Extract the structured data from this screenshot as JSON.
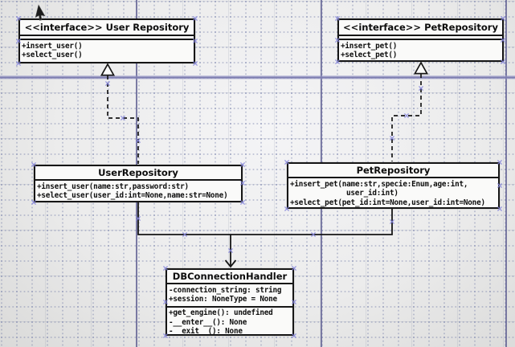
{
  "diagram_type": "uml-class-diagram",
  "boxes": {
    "iface_user": {
      "title": "<<interface>> User Repository",
      "methods": [
        "+insert_user()",
        "+select_user()"
      ]
    },
    "iface_pet": {
      "title": "<<interface>> PetRepository",
      "methods": [
        "+insert_pet()",
        "+select_pet()"
      ]
    },
    "user_repo": {
      "title": "UserRepository",
      "methods": [
        "+insert_user(name:str,password:str)",
        "+select_user(user_id:int=None,name:str=None)"
      ]
    },
    "pet_repo": {
      "title": "PetRepository",
      "methods": [
        "+insert_pet(name:str,specie:Enum,age:int,",
        "user_id:int)",
        "+select_pet(pet_id:int=None,user_id:int=None)"
      ]
    },
    "db_handler": {
      "title": "DBConnectionHandler",
      "attributes": [
        "-connection_string: string",
        "+session: NoneType = None"
      ],
      "methods": [
        "+get_engine(): undefined",
        "-__enter__(): None",
        "-__exit__(): None"
      ]
    }
  },
  "relations": [
    {
      "from": "UserRepository",
      "to": "<<interface>> User Repository",
      "type": "realization"
    },
    {
      "from": "PetRepository",
      "to": "<<interface>> PetRepository",
      "type": "realization"
    },
    {
      "from": "UserRepository, PetRepository",
      "to": "DBConnectionHandler",
      "type": "directed-association"
    }
  ],
  "colors": {
    "grid_major": "#5f5f92",
    "grid_band": "#7d7db0",
    "box_border": "#161616",
    "box_fill": "#fafaf9",
    "selection_handle": "#8585dc"
  }
}
